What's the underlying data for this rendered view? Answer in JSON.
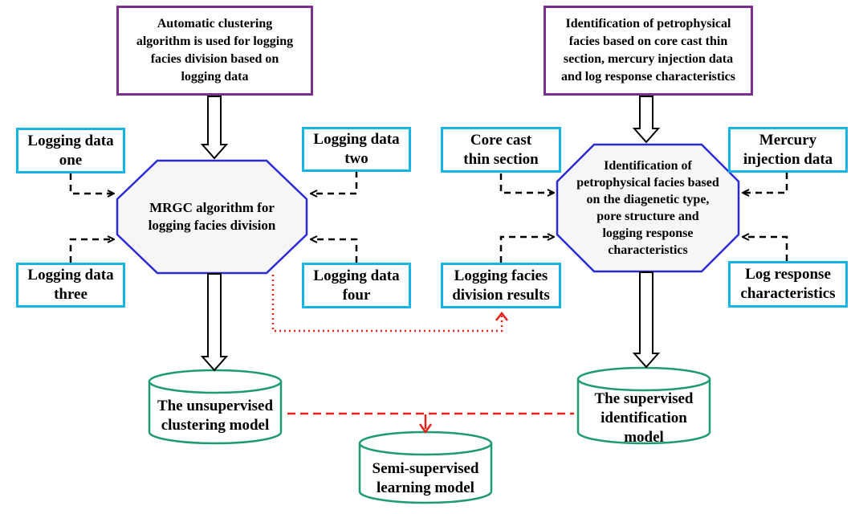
{
  "colors": {
    "purple_border": "#7a2f8f",
    "cyan_border": "#12b5e3",
    "octagon_border": "#2b2bd6",
    "octagon_fill": "#f6f6f6",
    "cylinder_border": "#1d9a72",
    "red_link": "#e8201c",
    "black": "#000000"
  },
  "left": {
    "top_box": "Automatic clustering\nalgorithm is used for logging\nfacies division based on\nlogging data",
    "octagon": "MRGC algorithm for\nlogging facies division",
    "inputs": {
      "one": "Logging data\none",
      "two": "Logging data\ntwo",
      "three": "Logging data\nthree",
      "four": "Logging data\nfour"
    },
    "model": "The unsupervised\nclustering model"
  },
  "right": {
    "top_box": "Identification of petrophysical\nfacies based on core cast thin\nsection, mercury injection data\nand log response characteristics",
    "octagon": "Identification of\npetrophysical facies based\non the diagenetic type,\npore structure and\nlogging response\ncharacteristics",
    "inputs": {
      "core": "Core cast\nthin section",
      "mercury": "Mercury\ninjection data",
      "logging_results": "Logging facies\ndivision results",
      "log_response": "Log response\ncharacteristics"
    },
    "model": "The supervised\nidentification\nmodel"
  },
  "bottom": {
    "model": "Semi-supervised\nlearning model"
  }
}
